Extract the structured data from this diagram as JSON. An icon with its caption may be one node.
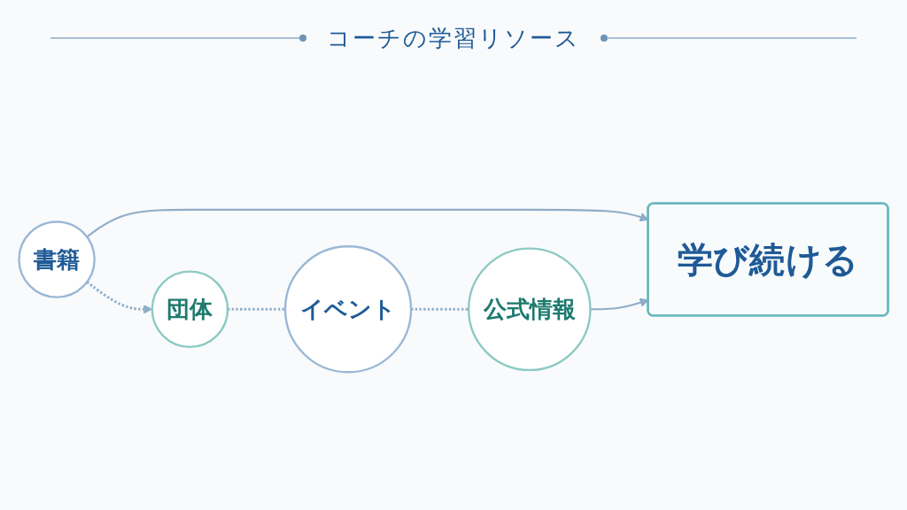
{
  "diagram": {
    "title": "コーチの学習リソース",
    "nodes": [
      {
        "text": [
          "書籍"
        ]
      },
      {
        "text": [
          "団体"
        ]
      },
      {
        "text": [
          "イベント"
        ]
      },
      {
        "text": [
          "公式情報"
        ]
      },
      {
        "text": [
          "学び続ける"
        ]
      }
    ],
    "edges": [
      {
        "from": 0,
        "to": 1,
        "arrow": "to",
        "style": "dashed"
      },
      {
        "from": 1,
        "to": 2,
        "arrow": "none",
        "style": "dashed"
      },
      {
        "from": 2,
        "to": 3,
        "arrow": "none",
        "style": "dashed"
      },
      {
        "from": 0,
        "to": 4,
        "arrow": "to"
      },
      {
        "from": 3,
        "to": 4,
        "arrow": "to"
      }
    ]
  }
}
